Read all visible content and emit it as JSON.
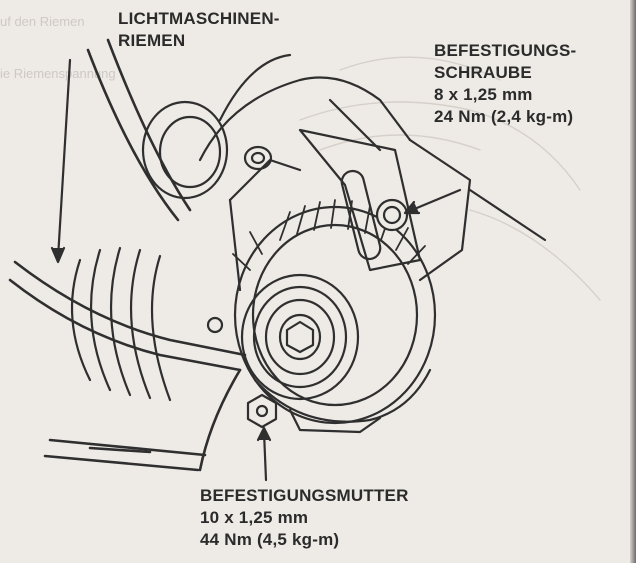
{
  "labels": {
    "belt": {
      "line1": "LICHTMASCHINEN-",
      "line2": "RIEMEN"
    },
    "bolt": {
      "line1": "BEFESTIGUNGS-",
      "line2": "SCHRAUBE",
      "spec": "8 x 1,25 mm",
      "torque": "24 Nm (2,4 kg-m)"
    },
    "nut": {
      "line1": "BEFESTIGUNGSMUTTER",
      "spec": "10 x 1,25 mm",
      "torque": "44 Nm (4,5 kg-m)"
    }
  },
  "bleed_through": {
    "line1": "uf den Riemen",
    "line2": "ie Riemenspannung"
  }
}
